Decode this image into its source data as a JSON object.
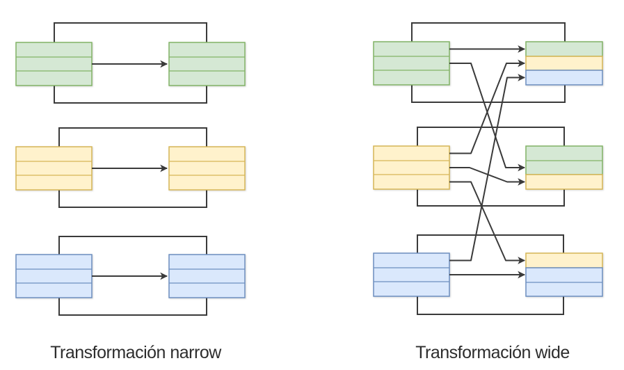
{
  "labels": {
    "narrow": "Transformación narrow",
    "wide": "Transformación wide"
  },
  "colors": {
    "green_fill": "#d5e8d4",
    "green_stroke": "#82b366",
    "yellow_fill": "#fff2cc",
    "yellow_stroke": "#d6b656",
    "blue_fill": "#dae8fc",
    "blue_stroke": "#6c8ebf",
    "line": "#3a3a3a",
    "text": "#2d2d2d",
    "background": "#ffffff"
  },
  "diagram": {
    "narrow": {
      "groups": [
        {
          "color": "green",
          "source_partition_rows": 3,
          "target_partition_rows": 3,
          "mapping": "one-to-one",
          "target_row_colors": [
            "green",
            "green",
            "green"
          ]
        },
        {
          "color": "yellow",
          "source_partition_rows": 3,
          "target_partition_rows": 3,
          "mapping": "one-to-one",
          "target_row_colors": [
            "yellow",
            "yellow",
            "yellow"
          ]
        },
        {
          "color": "blue",
          "source_partition_rows": 3,
          "target_partition_rows": 3,
          "mapping": "one-to-one",
          "target_row_colors": [
            "blue",
            "blue",
            "blue"
          ]
        }
      ]
    },
    "wide": {
      "sources": [
        {
          "id": "green",
          "rows": 3
        },
        {
          "id": "yellow",
          "rows": 3
        },
        {
          "id": "blue",
          "rows": 3
        }
      ],
      "targets": [
        {
          "id": "target-1",
          "row_colors": [
            "green",
            "yellow",
            "blue"
          ]
        },
        {
          "id": "target-2",
          "row_colors": [
            "green",
            "green",
            "yellow"
          ]
        },
        {
          "id": "target-3",
          "row_colors": [
            "yellow",
            "blue",
            "blue"
          ]
        }
      ],
      "connections": [
        {
          "from": "green.row1",
          "to": "target-1.row1"
        },
        {
          "from": "green.row2",
          "to": "target-2.row2"
        },
        {
          "from": "yellow.row1",
          "to": "target-1.row2"
        },
        {
          "from": "yellow.row2",
          "to": "target-2.row3"
        },
        {
          "from": "yellow.row3",
          "to": "target-3.row1"
        },
        {
          "from": "blue.row1",
          "to": "target-1.row3"
        },
        {
          "from": "blue.row2",
          "to": "target-3.row2"
        }
      ]
    }
  }
}
